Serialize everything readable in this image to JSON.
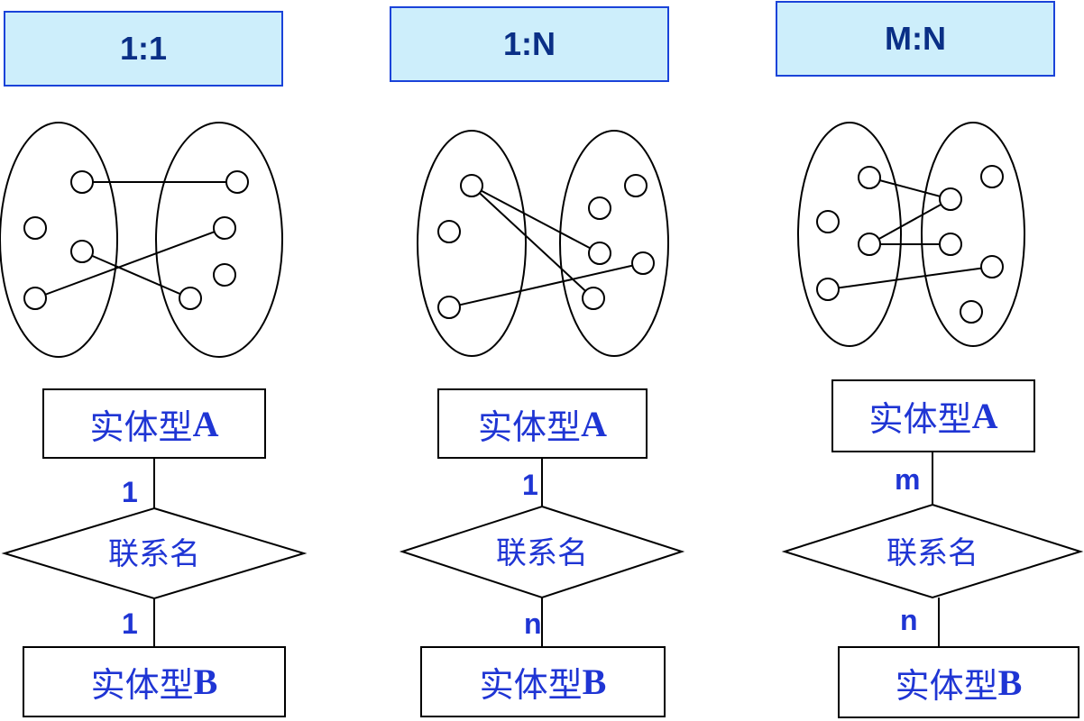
{
  "colors": {
    "title_fill": "#cdeefb",
    "title_border": "#1a43d9",
    "title_text": "#0a2f86",
    "entity_text": "#1f35d4",
    "line": "#000000"
  },
  "panels": [
    {
      "title": "1:1",
      "entity_a": {
        "text": "实体型",
        "letter": "A"
      },
      "card_top": "1",
      "relationship": "联系名",
      "card_bottom": "1",
      "entity_b": {
        "text": "实体型",
        "letter": "B"
      }
    },
    {
      "title": "1:N",
      "entity_a": {
        "text": "实体型",
        "letter": "A"
      },
      "card_top": "1",
      "relationship": "联系名",
      "card_bottom": "n",
      "entity_b": {
        "text": "实体型",
        "letter": "B"
      }
    },
    {
      "title": "M:N",
      "entity_a": {
        "text": "实体型",
        "letter": "A"
      },
      "card_top": "m",
      "relationship": "联系名",
      "card_bottom": "n",
      "entity_b": {
        "text": "实体型",
        "letter": "B"
      }
    }
  ]
}
